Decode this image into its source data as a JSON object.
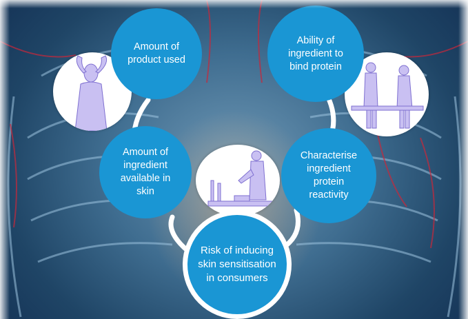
{
  "nodes": {
    "amount_product": "Amount of\nproduct used",
    "ability_bind": "Ability of\ningredient to\nbind protein",
    "amount_available": "Amount of\ningredient\navailable in\nskin",
    "characterise": "Characterise\ningredient\nprotein\nreactivity",
    "risk": "Risk of inducing\nskin sensitisation\nin consumers"
  },
  "colors": {
    "bubble": "#1a96d4",
    "ring": "#ffffff",
    "body_outline": "#8fb8d6",
    "vessel": "#c8283a",
    "figure_mesh": "#9d8fe0"
  },
  "icons": {
    "top_left": "person-pose-figure",
    "top_right": "two-people-lab-bench-figure",
    "center": "scientist-at-lab-bench-figure"
  }
}
